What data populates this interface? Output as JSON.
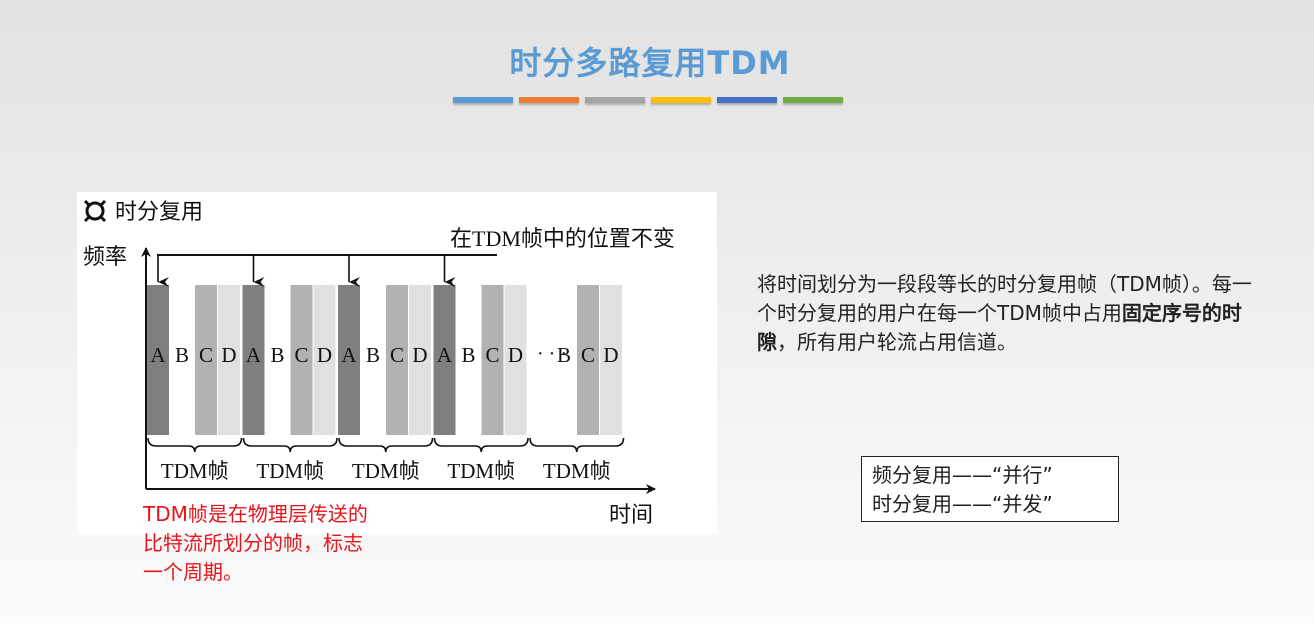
{
  "title": "时分多路复用TDM",
  "accent_colors": [
    "#5b9bd5",
    "#ed7d31",
    "#a5a5a5",
    "#ffc000",
    "#4472c4",
    "#70ad47"
  ],
  "diagram": {
    "heading": "时分复用",
    "y_axis_label": "频率",
    "x_axis_label": "时间",
    "top_note": "在TDM帧中的位置不变",
    "slot_labels": [
      "A",
      "B",
      "C",
      "D"
    ],
    "slot_colors": [
      "#7f7f7f",
      "#ffffff",
      "#b2b2b2",
      "#e0e0e0"
    ],
    "frame_label": "TDM帧",
    "frame_count": 5,
    "ellipsis": "· · ·"
  },
  "red_note": "TDM帧是在物理层传送的比特流所划分的帧，标志一个周期。",
  "description": {
    "part1": "将时间划分为一段段等长的时分复用帧（TDM帧）。每一个时分复用的用户在每一个TDM帧中占用",
    "bold": "固定序号的时隙",
    "part2": "，所有用户轮流占用信道。"
  },
  "comparison": {
    "line1": "频分复用——“并行”",
    "line2": "时分复用——“并发”"
  }
}
